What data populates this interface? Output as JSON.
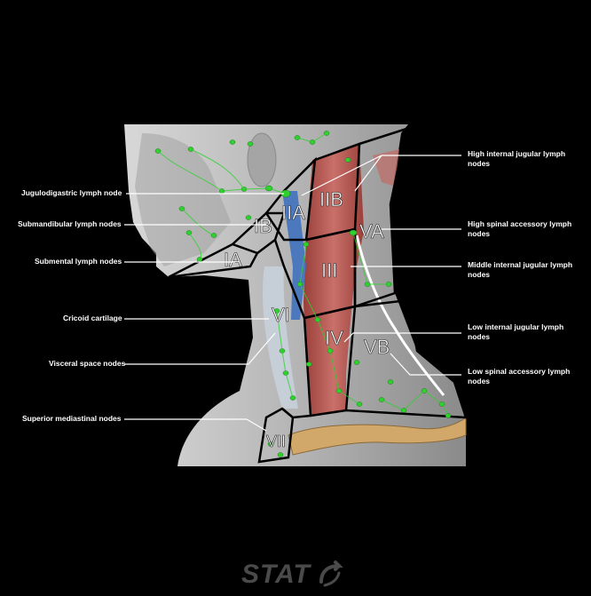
{
  "labels_left": {
    "jugulodigastric": "Jugulodigastric lymph node",
    "submandibular": "Submandibular lymph nodes",
    "submental": "Submental lymph nodes",
    "cricoid": "Cricoid cartilage",
    "visceral": "Visceral space nodes",
    "superior_mediastinal": "Superior mediastinal nodes"
  },
  "labels_right": {
    "high_internal_jugular": "High internal jugular lymph nodes",
    "high_spinal_accessory": "High spinal accessory lymph nodes",
    "middle_internal_jugular": "Middle internal jugular lymph nodes",
    "low_internal_jugular": "Low internal jugular lymph nodes",
    "low_spinal_accessory": "Low spinal accessory lymph nodes"
  },
  "levels": {
    "ia": "IA",
    "ib": "IB",
    "iia": "IIA",
    "iib": "IIB",
    "iii": "III",
    "iv": "IV",
    "va": "VA",
    "vb": "VB",
    "vi": "VI",
    "vii": "VII"
  },
  "logo": "STAT",
  "colors": {
    "background": "#000000",
    "skin": "#b8b8b8",
    "muscle": "#b0554f",
    "lymph_node": "#2fd12f",
    "clavicle": "#d2a86a",
    "outline": "#000000"
  }
}
